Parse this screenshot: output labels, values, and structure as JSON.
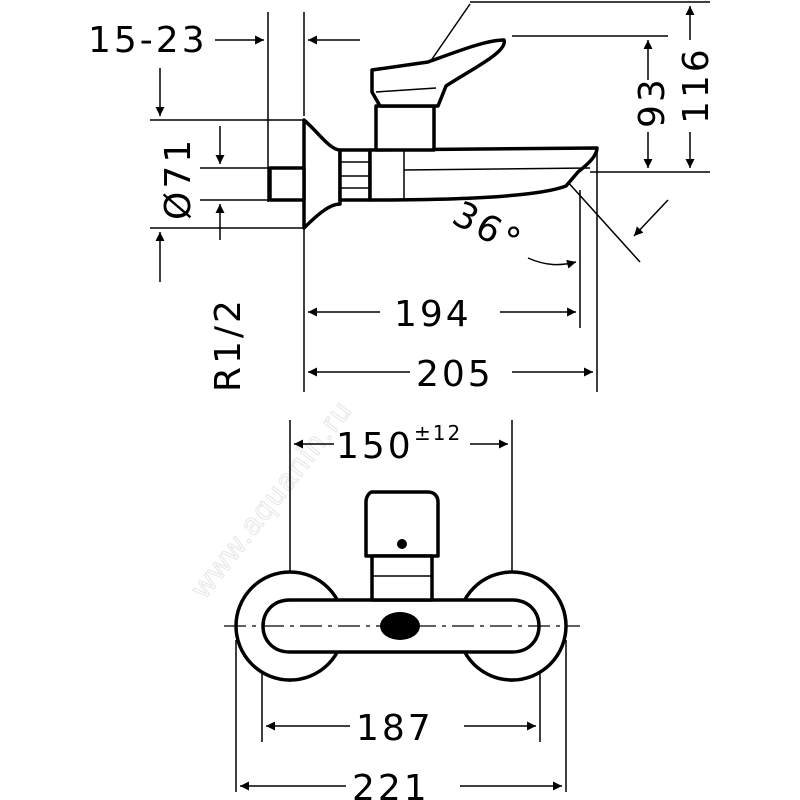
{
  "side_view": {
    "dim_connection": "15-23",
    "dim_diameter": "Ø71",
    "dim_thread": "R1/2",
    "dim_angle": "36°",
    "dim_spout_inner": "194",
    "dim_spout_total": "205",
    "dim_height_outlet": "93",
    "dim_height_total": "116"
  },
  "front_view": {
    "dim_centers": "150",
    "dim_centers_tolerance": "±12",
    "dim_inner_width": "187",
    "dim_total_width": "221"
  },
  "watermark": "www.aquanin.ru"
}
